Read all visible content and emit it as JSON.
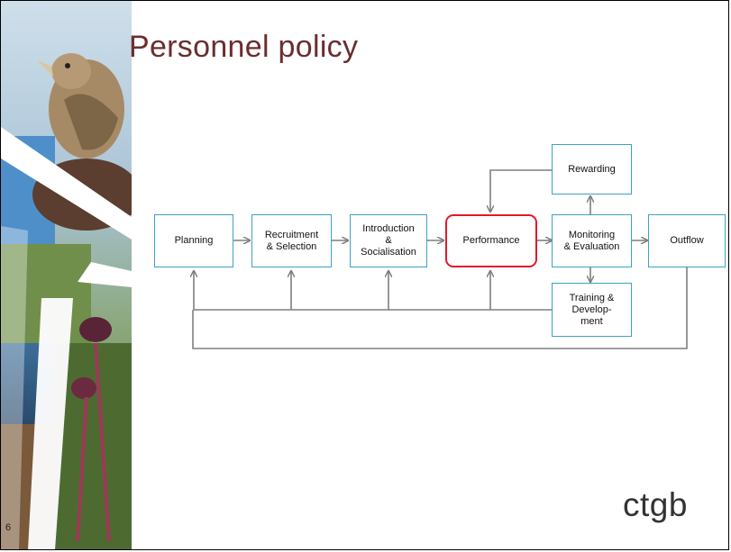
{
  "slide": {
    "title": "Personnel policy",
    "number": "6",
    "logo_text": "ctgb"
  },
  "diagram": {
    "nodes": {
      "planning": "Planning",
      "recruitment": "Recruitment\n& Selection",
      "introduction": "Introduction\n&\nSocialisation",
      "performance": "Performance",
      "monitoring": "Monitoring\n& Evaluation",
      "outflow": "Outflow",
      "rewarding": "Rewarding",
      "training": "Training &\nDevelop-\nment"
    },
    "highlight_node": "performance",
    "colors": {
      "box_border": "#3aa3c2",
      "highlight_border": "#e0192a",
      "arrow": "#7f7f7f",
      "title": "#6b2e2e"
    }
  }
}
